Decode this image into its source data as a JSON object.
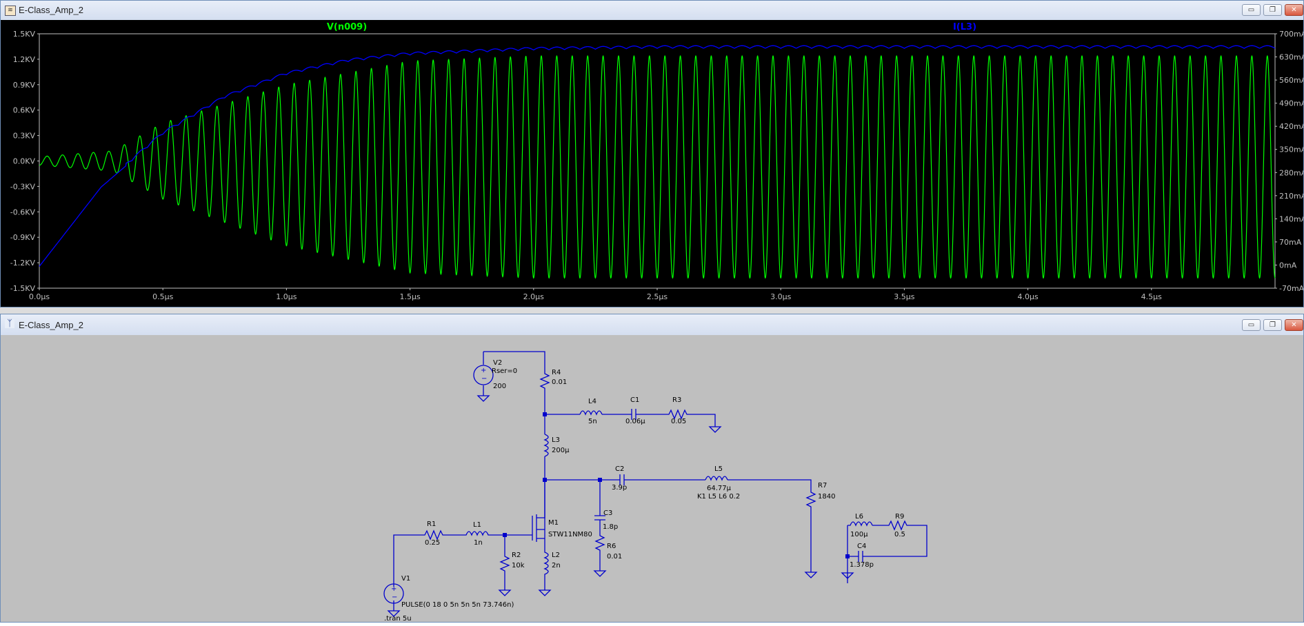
{
  "waveform_window": {
    "title": "E-Class_Amp_2",
    "traces": [
      {
        "label": "V(n009)",
        "color": "#00ff00"
      },
      {
        "label": "I(L3)",
        "color": "#0000ff"
      }
    ],
    "left_axis_ticks": [
      "1.5KV",
      "1.2KV",
      "0.9KV",
      "0.6KV",
      "0.3KV",
      "0.0KV",
      "-0.3KV",
      "-0.6KV",
      "-0.9KV",
      "-1.2KV",
      "-1.5KV"
    ],
    "right_axis_ticks": [
      "700mA",
      "630mA",
      "560mA",
      "490mA",
      "420mA",
      "350mA",
      "280mA",
      "210mA",
      "140mA",
      "70mA",
      "0mA",
      "-70mA"
    ],
    "x_axis_ticks": [
      "0.0µs",
      "0.5µs",
      "1.0µs",
      "1.5µs",
      "2.0µs",
      "2.5µs",
      "3.0µs",
      "3.5µs",
      "4.0µs",
      "4.5µs"
    ],
    "background_color": "#000000",
    "axis_color": "#c0c0c0"
  },
  "chart_data": {
    "type": "line",
    "x_unit": "µs",
    "xlim": [
      0,
      5
    ],
    "ylim_left": [
      -1.5,
      1.5
    ],
    "ylim_left_unit": "KV",
    "ylim_right": [
      -70,
      700
    ],
    "ylim_right_unit": "mA",
    "series": [
      {
        "name": "V(n009)",
        "axis": "left",
        "color": "#00ff00",
        "description_points": {
          "x": [
            0.0,
            0.3,
            0.5,
            1.0,
            1.5,
            2.0,
            3.0,
            5.0
          ],
          "amplitude": [
            0.05,
            0.12,
            0.45,
            0.95,
            1.25,
            1.31,
            1.31,
            1.31
          ],
          "center": [
            0.0,
            0.0,
            0.0,
            -0.05,
            -0.07,
            -0.07,
            -0.07,
            -0.07
          ]
        },
        "cycles_in_window": 80
      },
      {
        "name": "I(L3)",
        "axis": "right",
        "color": "#0000ff",
        "x": [
          0.0,
          0.25,
          0.5,
          0.75,
          1.0,
          1.25,
          1.5,
          2.0,
          2.5,
          3.0,
          4.0,
          5.0
        ],
        "values": [
          0,
          240,
          400,
          510,
          580,
          620,
          640,
          655,
          660,
          660,
          660,
          660
        ]
      }
    ]
  },
  "schematic_window": {
    "title": "E-Class_Amp_2",
    "components": {
      "V2": {
        "name": "V2",
        "param": "Rser=0",
        "value": "200"
      },
      "R4": {
        "name": "R4",
        "value": "0.01"
      },
      "L4": {
        "name": "L4",
        "value": "5n"
      },
      "C1": {
        "name": "C1",
        "value": "0.06µ"
      },
      "R3": {
        "name": "R3",
        "value": "0.05"
      },
      "L3": {
        "name": "L3",
        "value": "200µ"
      },
      "C2": {
        "name": "C2",
        "value": "3.9p"
      },
      "L5": {
        "name": "L5",
        "value": "64.77µ",
        "extra": "K1 L5 L6 0.2"
      },
      "R7": {
        "name": "R7",
        "value": "1840"
      },
      "M1": {
        "name": "M1",
        "value": "STW11NM80"
      },
      "C3": {
        "name": "C3",
        "value": "1.8p"
      },
      "R6": {
        "name": "R6",
        "value": "0.01"
      },
      "R1": {
        "name": "R1",
        "value": "0.25"
      },
      "L1": {
        "name": "L1",
        "value": "1n"
      },
      "R2": {
        "name": "R2",
        "value": "10k"
      },
      "L2": {
        "name": "L2",
        "value": "2n"
      },
      "V1": {
        "name": "V1",
        "value": "PULSE(0 18 0 5n 5n 5n 73.746n)"
      },
      "L6": {
        "name": "L6",
        "value": "100µ"
      },
      "R9": {
        "name": "R9",
        "value": "0.5"
      },
      "C4": {
        "name": "C4",
        "value": "1.378p"
      }
    },
    "directive": ".tran 5u",
    "wire_color": "#0000cc",
    "background_color": "#bfbfbf"
  },
  "window_buttons": {
    "minimize": "▭",
    "restore": "❐",
    "close": "✕"
  }
}
